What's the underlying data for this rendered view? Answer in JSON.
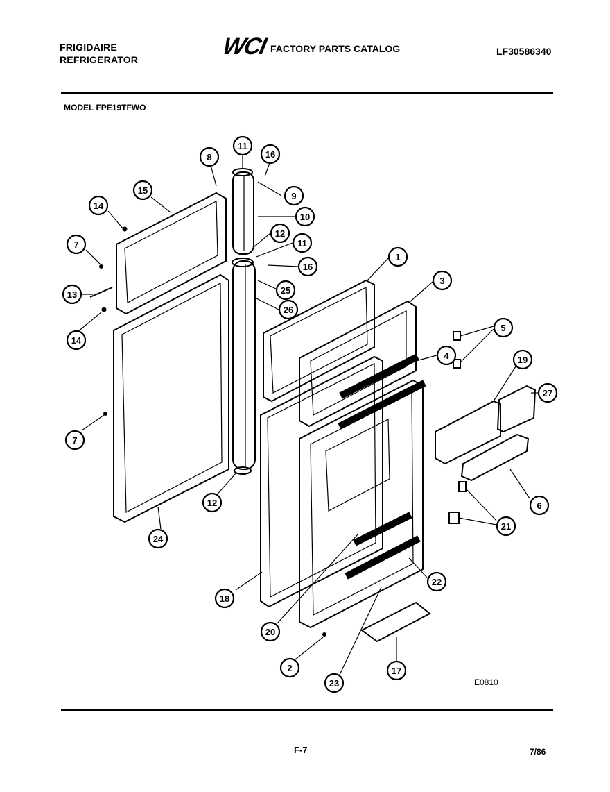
{
  "header": {
    "brand_line1": "FRIGIDAIRE",
    "brand_line2": "REFRIGERATOR",
    "logo_text": "WCI",
    "catalog_title": "FACTORY PARTS CATALOG",
    "catalog_number": "LF30586340",
    "model_label": "MODEL FPE19TFWO"
  },
  "diagram": {
    "drawing_code": "E0810",
    "callouts": [
      "1",
      "2",
      "3",
      "4",
      "5",
      "6",
      "7",
      "7",
      "8",
      "9",
      "10",
      "11",
      "11",
      "12",
      "12",
      "13",
      "14",
      "14",
      "15",
      "16",
      "16",
      "17",
      "18",
      "19",
      "20",
      "21",
      "22",
      "23",
      "24",
      "25",
      "26",
      "27"
    ]
  },
  "footer": {
    "page": "F-7",
    "date": "7/86"
  }
}
